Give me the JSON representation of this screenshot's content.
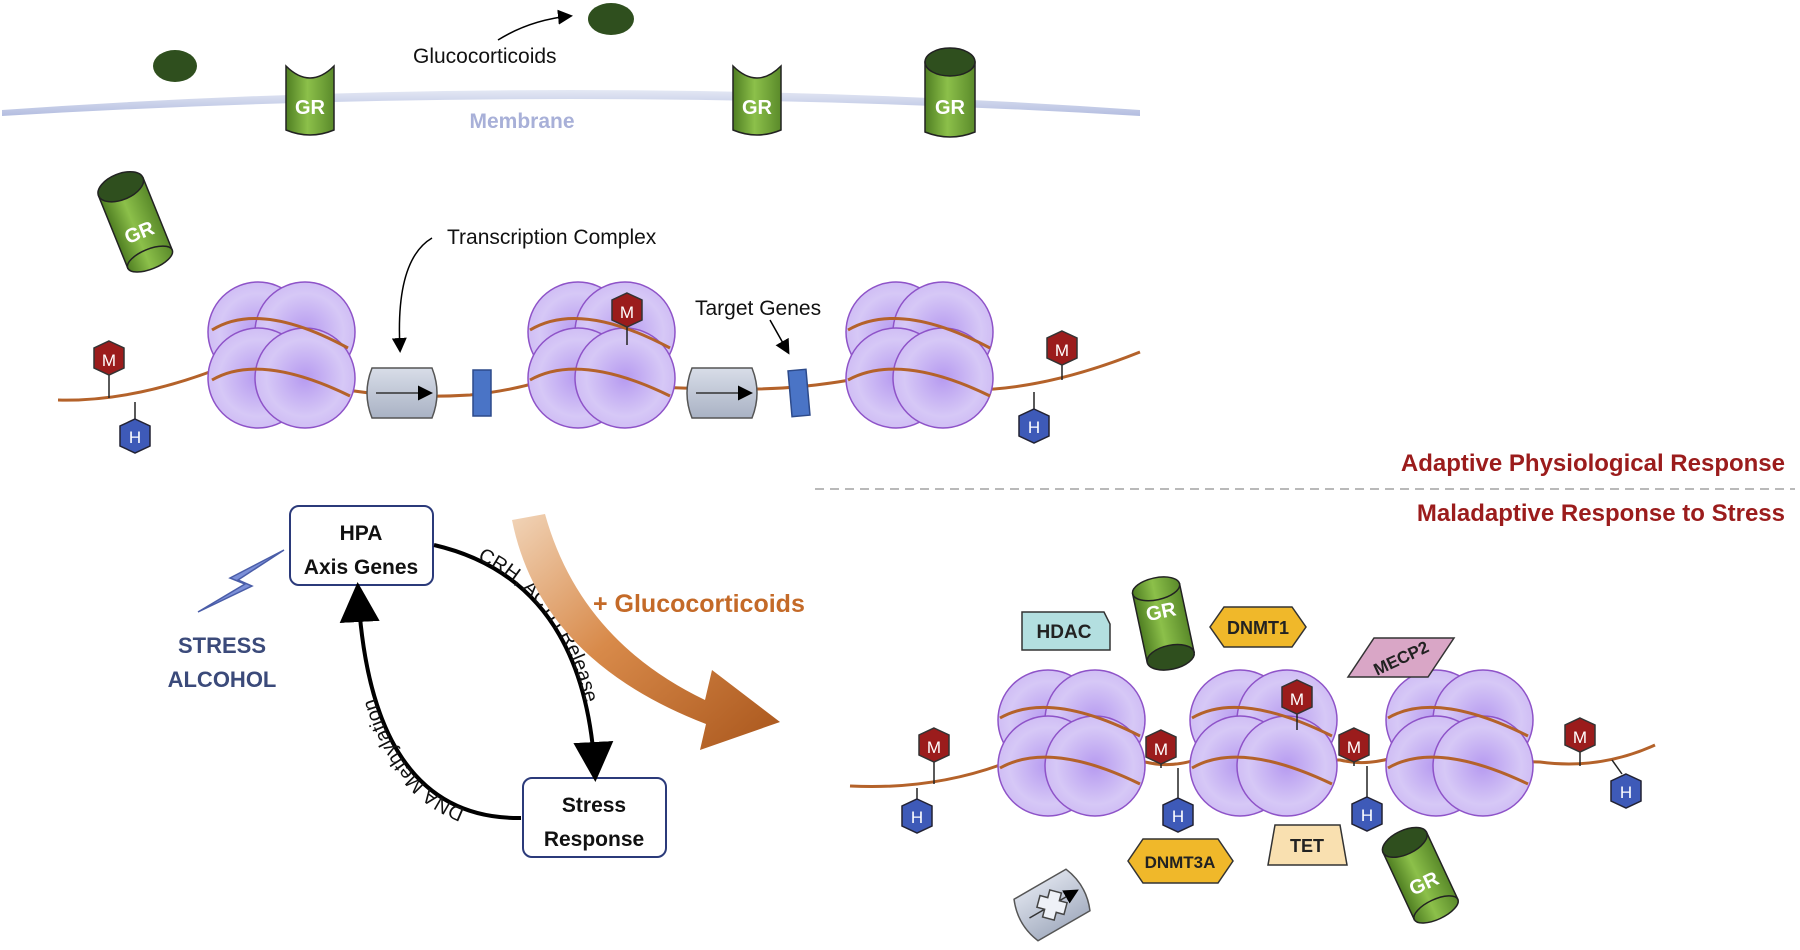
{
  "membrane": {
    "label": "Membrane"
  },
  "ligand": {
    "label": "Glucocorticoids"
  },
  "receptor": {
    "label": "GR"
  },
  "labels": {
    "transcription_complex": "Transcription Complex",
    "target_genes": "Target Genes",
    "adaptive": "Adaptive Physiological Response",
    "maladaptive": "Maladaptive Response to Stress",
    "plus_glucocorticoids": "+ Glucocorticoids"
  },
  "marks": {
    "methyl": "M",
    "histone": "H"
  },
  "cycle": {
    "hpa_line1": "HPA",
    "hpa_line2": "Axis Genes",
    "stress_line1": "Stress",
    "stress_line2": "Response",
    "arrow_down": "CRH, ACTH Release",
    "arrow_up": "DNA Methylation",
    "stressor_line1": "STRESS",
    "stressor_line2": "ALCOHOL"
  },
  "proteins": {
    "hdac": "HDAC",
    "dnmt1": "DNMT1",
    "mecp2": "MECP2",
    "dnmt3a": "DNMT3A",
    "tet": "TET"
  },
  "colors": {
    "nucleosome": "#c9b3f2",
    "dna": "#b4622a",
    "gr_green": "#6f9e33",
    "ligand": "#2f4f1e",
    "methyl_red": "#9b1c1c",
    "histone_blue": "#3e5ab8",
    "accent_red": "#9b1c1c",
    "arrow_orange": "#c46a28"
  }
}
